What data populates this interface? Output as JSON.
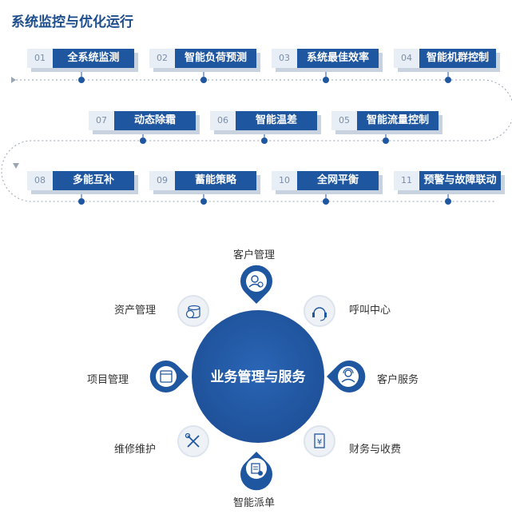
{
  "title": "系统监控与优化运行",
  "steps": [
    {
      "num": "01",
      "label": "全系统监测"
    },
    {
      "num": "02",
      "label": "智能负荷预测"
    },
    {
      "num": "03",
      "label": "系统最佳效率"
    },
    {
      "num": "04",
      "label": "智能机群控制"
    },
    {
      "num": "05",
      "label": "智能流量控制"
    },
    {
      "num": "06",
      "label": "智能温差"
    },
    {
      "num": "07",
      "label": "动态除霜"
    },
    {
      "num": "08",
      "label": "多能互补"
    },
    {
      "num": "09",
      "label": "蓄能策略"
    },
    {
      "num": "10",
      "label": "全网平衡"
    },
    {
      "num": "11",
      "label": "预警与故障联动"
    }
  ],
  "hub": {
    "center": "业务管理与服务",
    "items": {
      "customer_mgmt": "客户管理",
      "asset_mgmt": "资产管理",
      "call_center": "呼叫中心",
      "project_mgmt": "项目管理",
      "customer_service": "客户服务",
      "maintenance": "维修维护",
      "finance": "财务与收费",
      "dispatch": "智能派单"
    }
  },
  "colors": {
    "primary": "#1f56a0",
    "dark": "#1f4e8c",
    "line": "#9aa5b3",
    "num_bg": "#e8eef6",
    "shadow": "#c9d3e0"
  }
}
